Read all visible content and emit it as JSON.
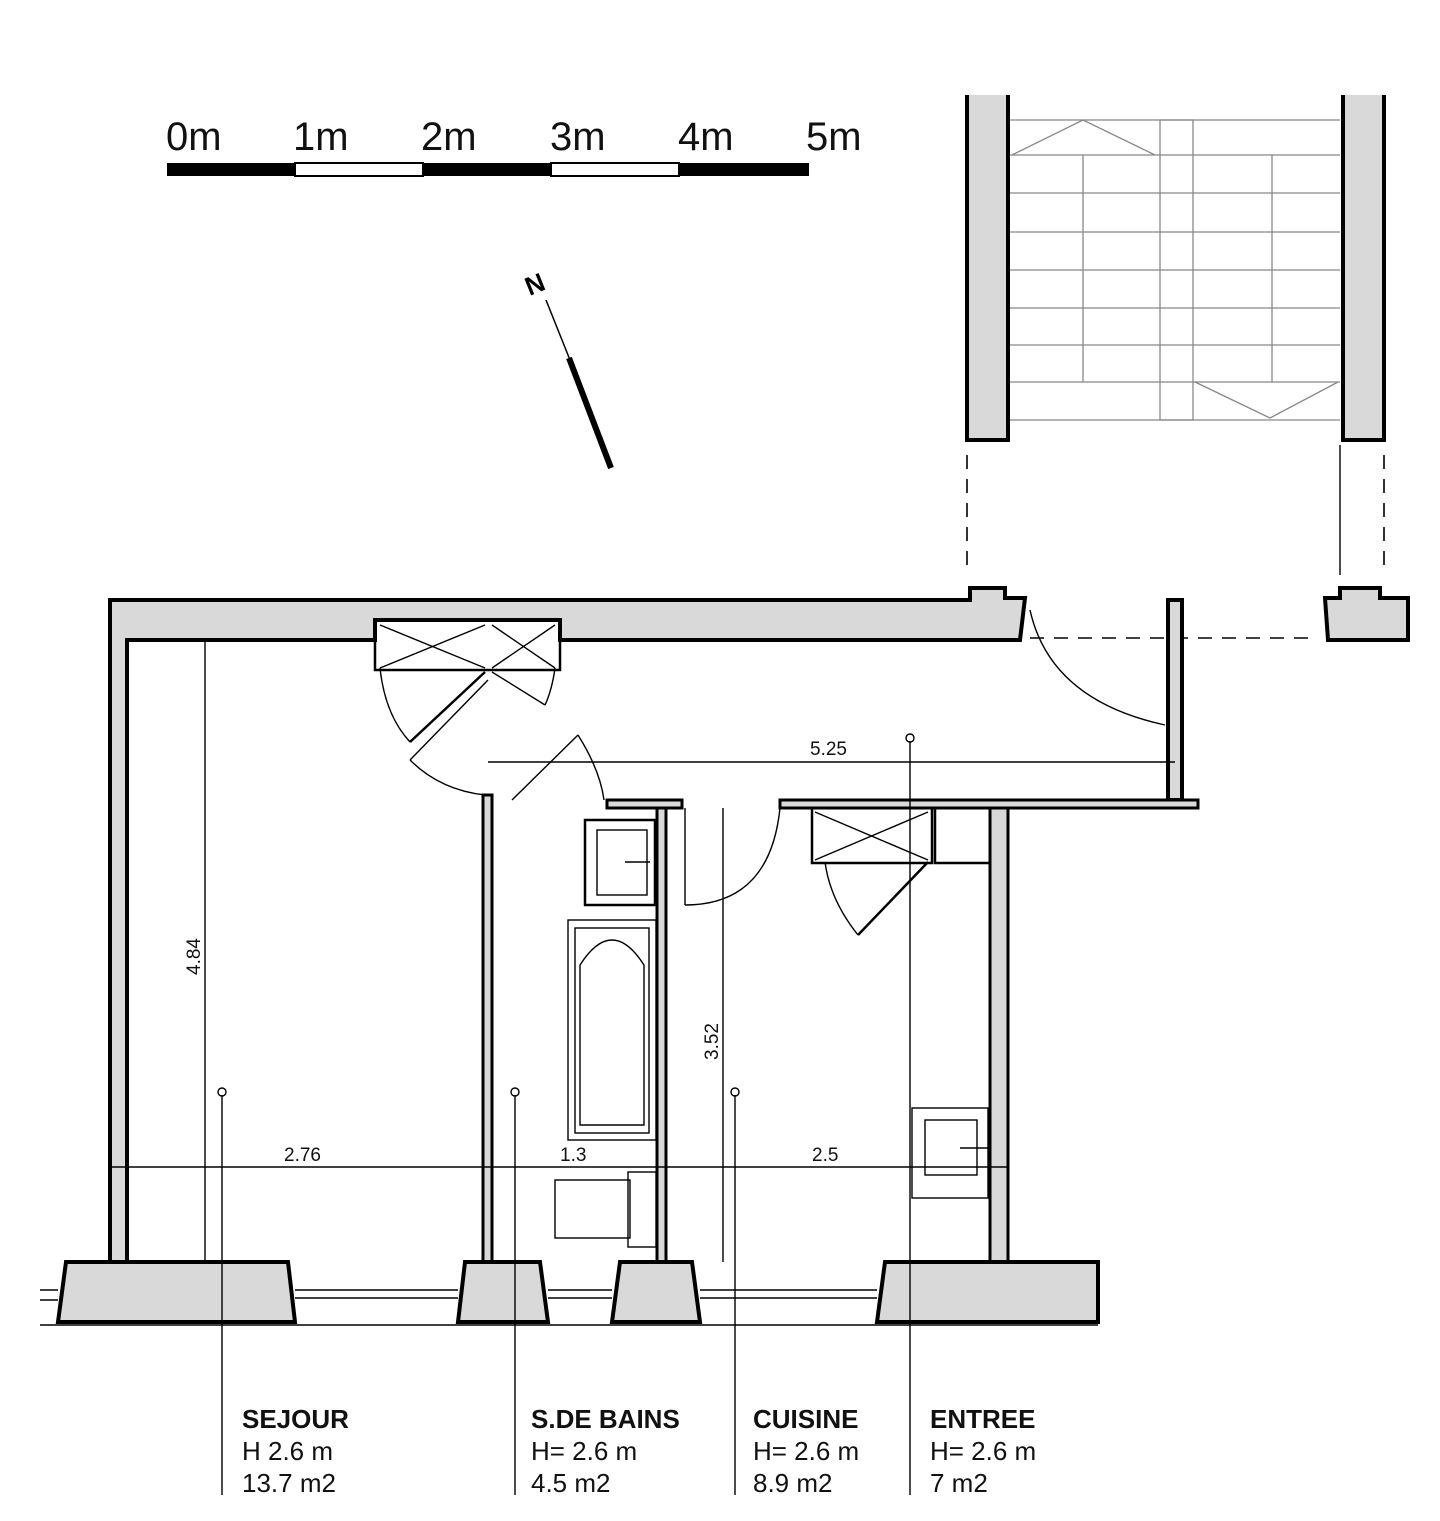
{
  "scale_bar": {
    "labels": [
      "0m",
      "1m",
      "2m",
      "3m",
      "4m",
      "5m"
    ]
  },
  "north_arrow": {
    "label": "N"
  },
  "dimensions": {
    "entry_width": "5.25",
    "sejour_depth": "4.84",
    "kitchen_depth": "3.52",
    "sejour_width": "2.76",
    "bath_width": "1.3",
    "kitchen_width": "2.5"
  },
  "rooms": [
    {
      "name": "SEJOUR",
      "height": "H 2.6 m",
      "area": "13.7 m2"
    },
    {
      "name": "S.DE BAINS",
      "height": "H= 2.6 m",
      "area": "4.5 m2"
    },
    {
      "name": "CUISINE",
      "height": "H= 2.6 m",
      "area": "8.9 m2"
    },
    {
      "name": "ENTREE",
      "height": "H= 2.6 m",
      "area": "7 m2"
    }
  ],
  "colors": {
    "wall_fill": "#d9d9d9",
    "line": "#000000"
  }
}
